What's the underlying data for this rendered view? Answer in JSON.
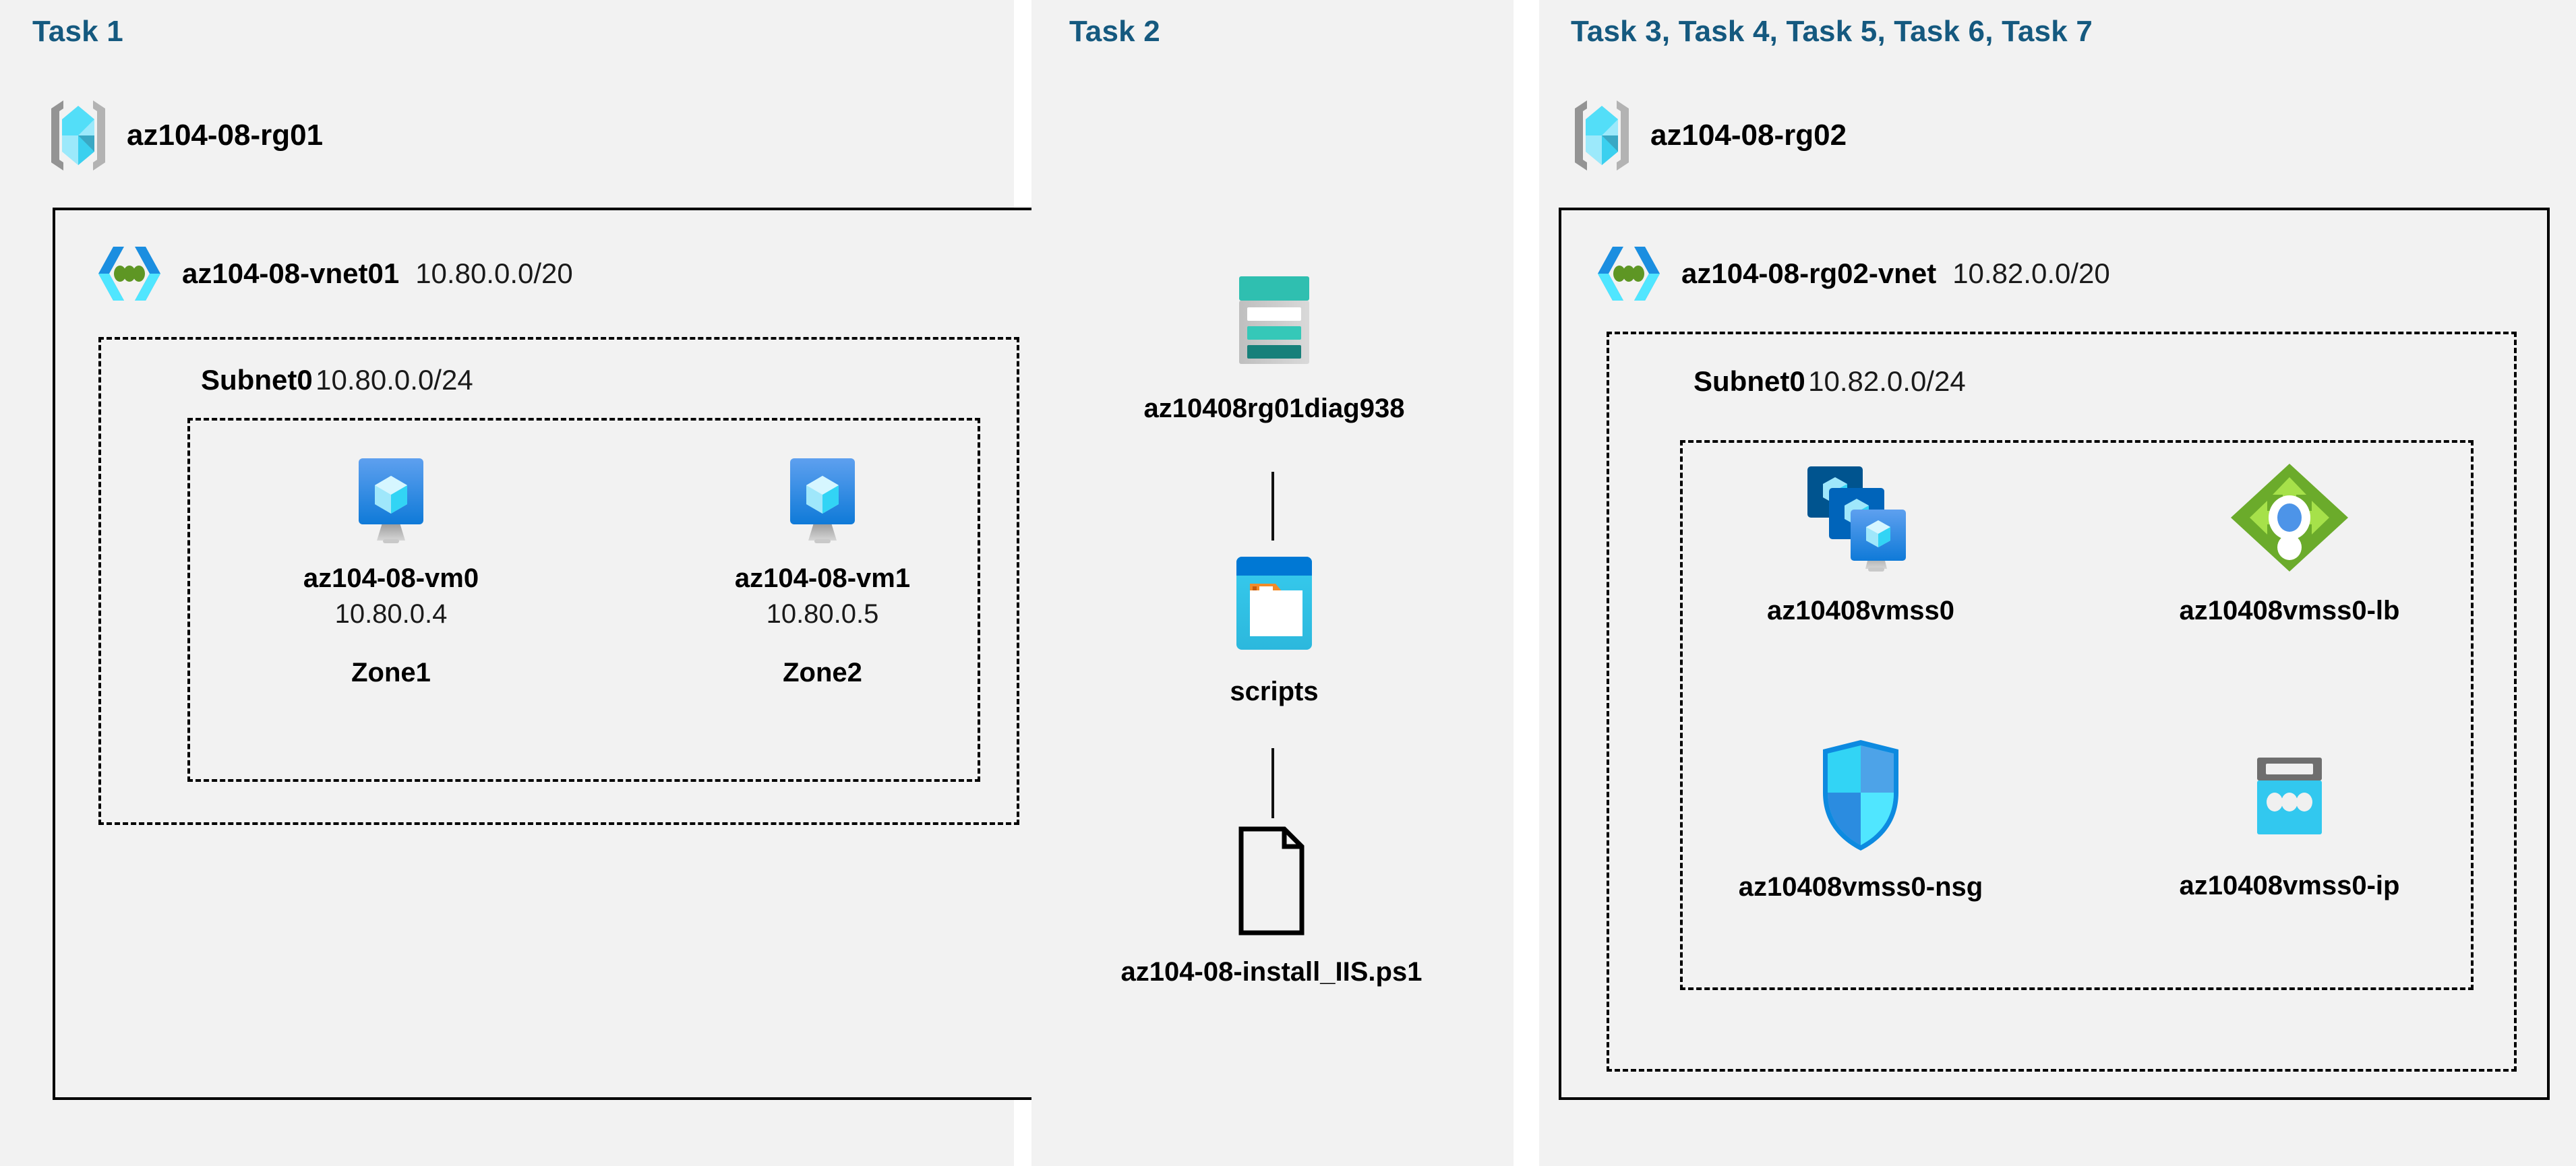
{
  "colors": {
    "background": "#ffffff",
    "panel_fill": "#f2f2f2",
    "task_title": "#15597f",
    "border": "#000000",
    "azure_blue": "#0078d4",
    "vnet_cyan": "#32c8f0",
    "vnet_green_dot": "#5e9624",
    "storage_teal": "#2fbfb0",
    "storage_teal_dark": "#17807a",
    "container_blue": "#0078d4",
    "container_cyan": "#32c8f0",
    "container_orange": "#f28b28",
    "lb_green": "#6bab2b",
    "lb_green_light": "#a6e14a",
    "lb_dot_blue": "#4d94e8",
    "nsg_cyan": "#32d4f5",
    "nsg_blue": "#2b8ce0",
    "ip_gray": "#6e6e6e",
    "ip_cyan": "#32c8ef",
    "rg_gray": "#949494"
  },
  "panels": [
    {
      "id": "panel-task1",
      "task_title": "Task 1",
      "resource_group": {
        "name": "az104-08-rg01",
        "icon": "resource-group-icon"
      },
      "vnet": {
        "name": "az104-08-vnet01",
        "cidr": "10.80.0.0/20",
        "icon": "virtual-network-icon"
      },
      "subnet": {
        "name": "Subnet0",
        "cidr": "10.80.0.0/24"
      },
      "nodes": [
        {
          "icon": "virtual-machine-icon",
          "name": "az104-08-vm0",
          "ip": "10.80.0.4",
          "zone": "Zone1"
        },
        {
          "icon": "virtual-machine-icon",
          "name": "az104-08-vm1",
          "ip": "10.80.0.5",
          "zone": "Zone2"
        }
      ]
    },
    {
      "id": "panel-task2",
      "task_title": "Task 2",
      "nodes": [
        {
          "icon": "storage-account-icon",
          "name": "az10408rg01diag938"
        },
        {
          "icon": "blob-container-icon",
          "name": "scripts"
        },
        {
          "icon": "file-icon",
          "name": "az104-08-install_IIS.ps1"
        }
      ]
    },
    {
      "id": "panel-task3to7",
      "task_title": "Task 3, Task 4, Task 5, Task 6, Task 7",
      "resource_group": {
        "name": "az104-08-rg02",
        "icon": "resource-group-icon"
      },
      "vnet": {
        "name": "az104-08-rg02-vnet",
        "cidr": "10.82.0.0/20",
        "icon": "virtual-network-icon"
      },
      "subnet": {
        "name": "Subnet0",
        "cidr": "10.82.0.0/24"
      },
      "nodes": [
        {
          "icon": "vm-scale-set-icon",
          "name": "az10408vmss0"
        },
        {
          "icon": "load-balancer-icon",
          "name": "az10408vmss0-lb"
        },
        {
          "icon": "network-security-group-icon",
          "name": "az10408vmss0-nsg"
        },
        {
          "icon": "public-ip-address-icon",
          "name": "az10408vmss0-ip"
        }
      ]
    }
  ]
}
